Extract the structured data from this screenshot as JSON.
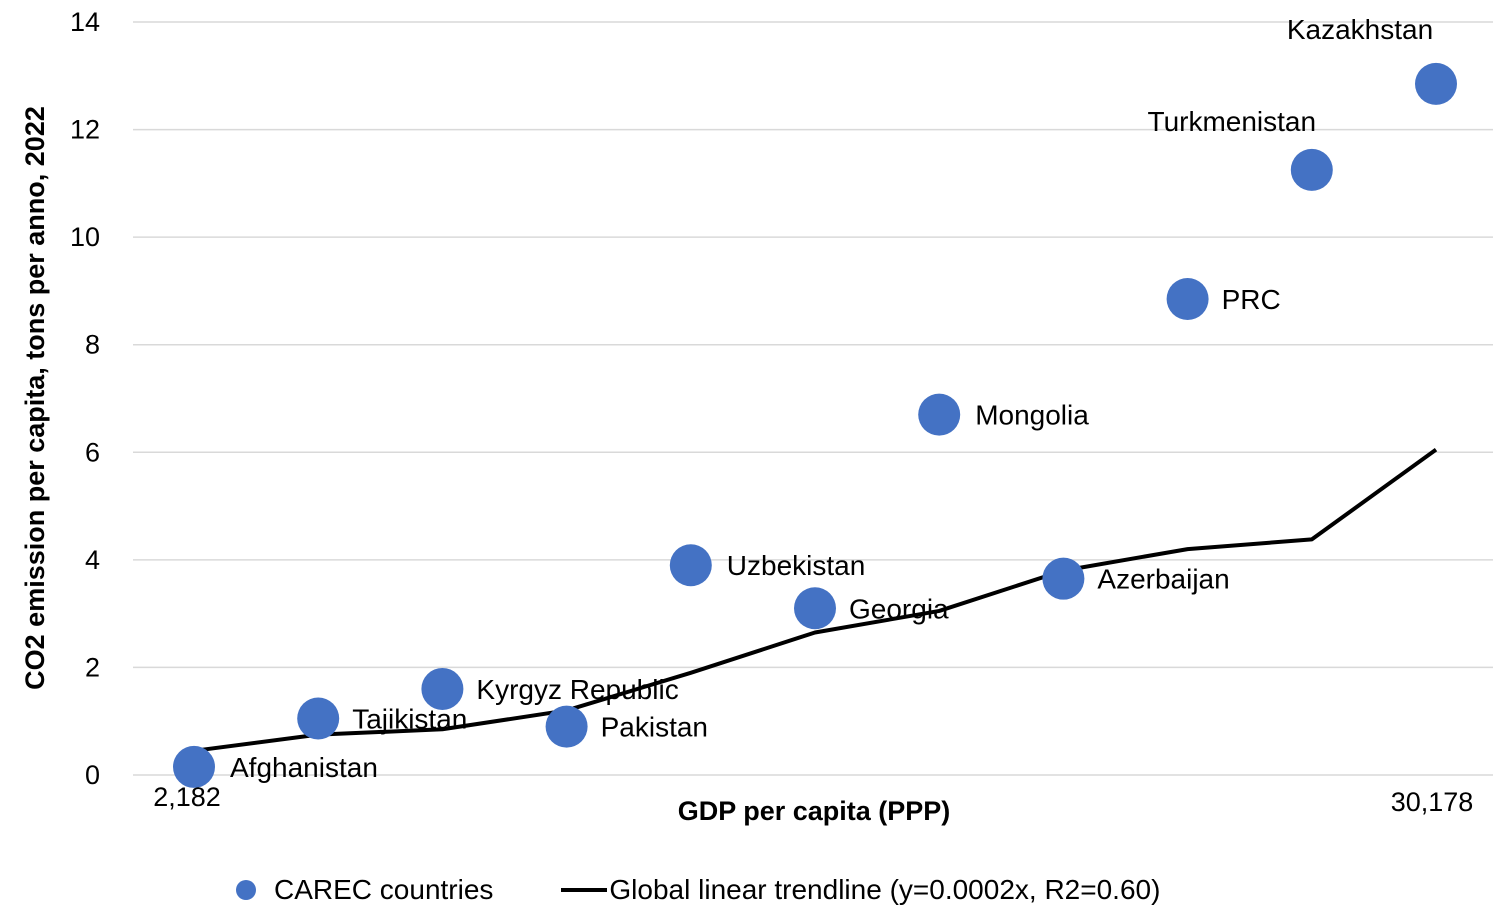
{
  "chart_data": {
    "type": "scatter",
    "ylabel": "CO2 emission per capita, tons per anno, 2022",
    "xlabel": "GDP per capita (PPP)",
    "ylim": [
      0,
      14
    ],
    "yticks": [
      "0",
      "2",
      "4",
      "6",
      "8",
      "10",
      "12",
      "14"
    ],
    "x_axis_min_label": "2,182",
    "x_axis_max_label": "30,178",
    "grid": "horizontal",
    "legend_position": "bottom",
    "colors": {
      "points": "#4472c4",
      "trendline": "#000000",
      "grid": "#d9d9d9"
    },
    "series": [
      {
        "name": "CAREC countries",
        "type": "scatter",
        "points": [
          {
            "label": "Afghanistan",
            "rank": 1,
            "y": 0.15
          },
          {
            "label": "Tajikistan",
            "rank": 2,
            "y": 1.05
          },
          {
            "label": "Kyrgyz Republic",
            "rank": 3,
            "y": 1.6
          },
          {
            "label": "Pakistan",
            "rank": 4,
            "y": 0.9
          },
          {
            "label": "Uzbekistan",
            "rank": 5,
            "y": 3.9
          },
          {
            "label": "Georgia",
            "rank": 6,
            "y": 3.1
          },
          {
            "label": "Mongolia",
            "rank": 7,
            "y": 6.7
          },
          {
            "label": "Azerbaijan",
            "rank": 8,
            "y": 3.65
          },
          {
            "label": "PRC",
            "rank": 9,
            "y": 8.85
          },
          {
            "label": "Turkmenistan",
            "rank": 10,
            "y": 11.25
          },
          {
            "label": "Kazakhstan",
            "rank": 11,
            "y": 12.85
          }
        ]
      },
      {
        "name": "Global linear trendline (y=0.0002x, R2=0.60)",
        "type": "line",
        "values": [
          0.45,
          0.75,
          0.85,
          1.2,
          1.9,
          2.65,
          3.05,
          3.8,
          4.2,
          4.38,
          6.05
        ]
      }
    ]
  }
}
